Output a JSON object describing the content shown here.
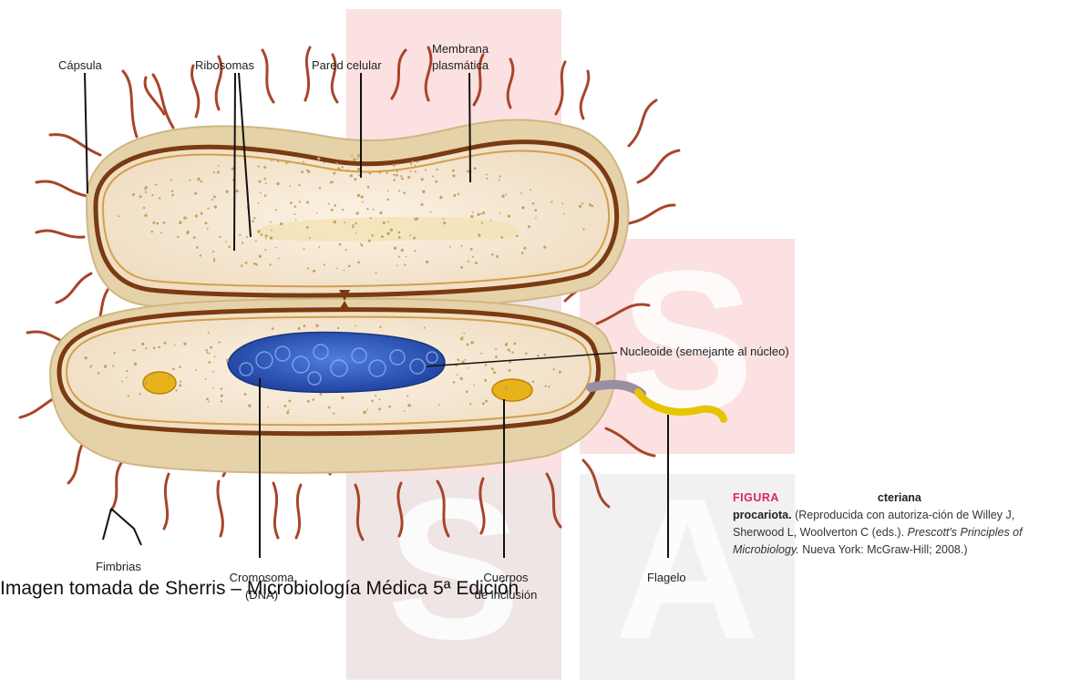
{
  "labels": {
    "capsula": "Cápsula",
    "ribosomas": "Ribosomas",
    "pared_celular": "Pared celular",
    "membrana_l1": "Membrana",
    "membrana_l2": "plasmática",
    "nucleoide": "Nucleoide (semejante al núcleo)",
    "fimbrias": "Fimbrias",
    "cromosoma_l1": "Cromosoma",
    "cromosoma_l2": "(DNA)",
    "cuerpos_l1": "Cuerpos",
    "cuerpos_l2": "de inclusión",
    "flagelo": "Flagelo"
  },
  "caption": {
    "fig_fragment": "FIGURA",
    "title_tail": "cteriana",
    "title_line2": "procariota.",
    "text": "(Reproducida con autoriza-ción de Willey J, Sherwood L, Woolverton C (eds.).",
    "book_italic": "Prescott's Principles of Microbiology.",
    "publisher": "Nueva York: McGraw-Hill; 2008.)"
  },
  "source_line": "Imagen tomada de Sherris – Microbiología Médica 5ª Edición",
  "watermark": {
    "letters": [
      "S",
      "S",
      "A"
    ],
    "colors": {
      "red": "#f7c8c8",
      "gray": "#e6e6e6"
    }
  },
  "colors": {
    "cytoplasm": "#f6e8d4",
    "capsule": "#e9d6ae",
    "wall": "#7a3a12",
    "chromosome": "#2d54b8",
    "inclusion": "#e8b21a",
    "fimbria": "#a8452a",
    "flagellum": "#e6c400"
  }
}
